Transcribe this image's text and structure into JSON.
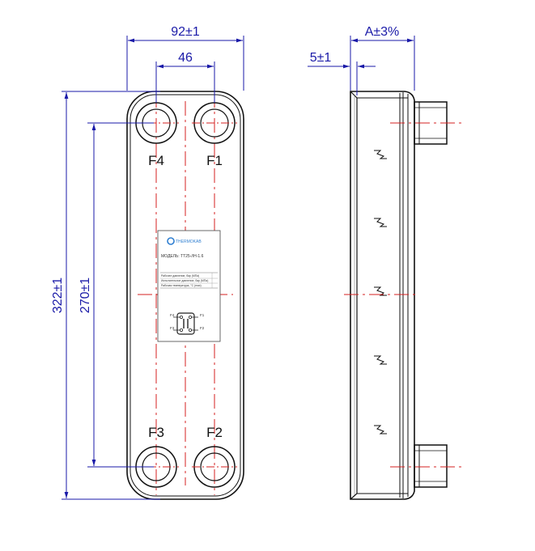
{
  "colors": {
    "dimension": "#1a1aa8",
    "centerline": "#d62020",
    "outline": "#111111",
    "brand": "#2f7fd1"
  },
  "front_view": {
    "width_label": "92±1",
    "port_spacing_label": "46",
    "height_label": "322±1",
    "port_distance_label": "270±1",
    "ports": [
      "F4",
      "F1",
      "F3",
      "F2"
    ]
  },
  "side_view": {
    "thickness_label": "A±3%",
    "plate_label": "5±1"
  },
  "nameplate": {
    "brand": "THERMOKAB",
    "model": "МОДЕЛЬ: ТТ25-//Н-1.6",
    "rows": [
      "Рабочее давление, бар (МПа)",
      "Испытательное давление, бар (МПа)",
      "Рабочая температура, °С (max)"
    ],
    "mini_ports": [
      "F4",
      "F1",
      "F3",
      "F2"
    ]
  }
}
